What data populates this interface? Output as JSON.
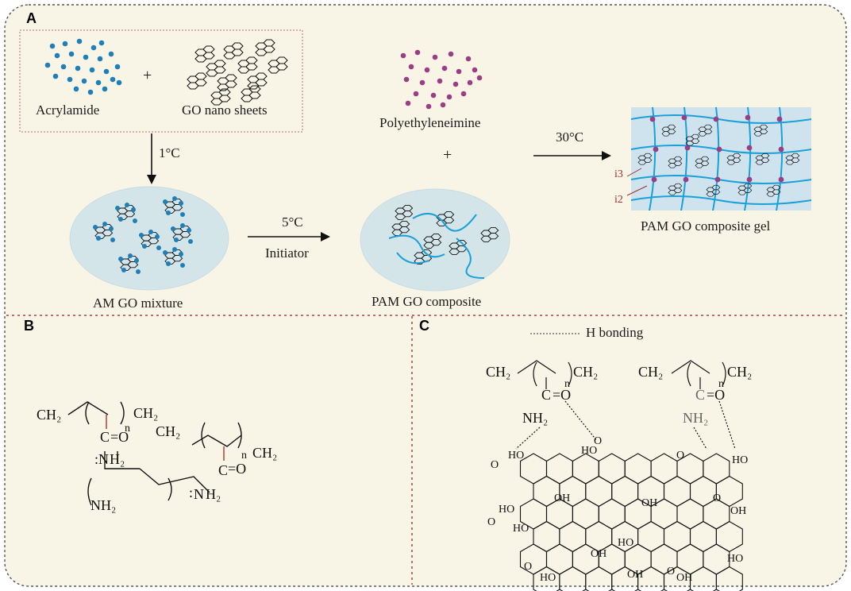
{
  "panels": {
    "a": {
      "label": "A",
      "acrylamide": "Acrylamide",
      "go_sheets": "GO nano sheets",
      "plus1": "+",
      "temp1": "1°C",
      "am_go_mixture": "AM GO mixture",
      "temp2": "5°C",
      "initiator": "Initiator",
      "pam_go_composite": "PAM GO composite",
      "pei": "Polyethyleneimine",
      "plus2": "+",
      "temp3": "30°C",
      "gel": "PAM GO composite gel",
      "i3": "i3",
      "i2": "i2"
    },
    "b": {
      "label": "B",
      "ch2_a": "CH₂",
      "n_a": "n",
      "ch2_b": "CH₂",
      "c_eq_o_a": "C",
      "o_a": "=O",
      "nh2_a_colon": ":",
      "nh2_a_n": "N",
      "nh2_a_h": "H₂",
      "ch2_c": "CH₂",
      "n_b": "n",
      "ch2_d": "CH₂",
      "c_eq_o_b": "C",
      "o_b": "=O",
      "nh2_b_colon": ":",
      "nh2_b_n": "N",
      "nh2_b_h": "H₂",
      "nh2_bottom": "NH₂"
    },
    "c": {
      "label": "C",
      "legend": "H bonding",
      "ch2_1": "CH₂",
      "n_1": "n",
      "ch2_2": "CH₂",
      "c_1": "C",
      "o_1": "=O",
      "nh2_1": "NH₂",
      "ch2_3": "CH₂",
      "n_2": "n",
      "ch2_4": "CH₂",
      "c_2": "C",
      "o_2": "=O",
      "nh2_2": "NH₂",
      "ho": "HO",
      "oh": "OH",
      "o": "O"
    }
  },
  "colors": {
    "background": "#f8f5e7",
    "dashed_border": "#555555",
    "divider": "#b04040",
    "acrylamide_dot": "#1f7fb8",
    "pei_dot": "#9a3f86",
    "circle_fill": "#d4e5ea",
    "gel_fill": "#cfe3ee",
    "gel_line": "#1aa0d8"
  }
}
